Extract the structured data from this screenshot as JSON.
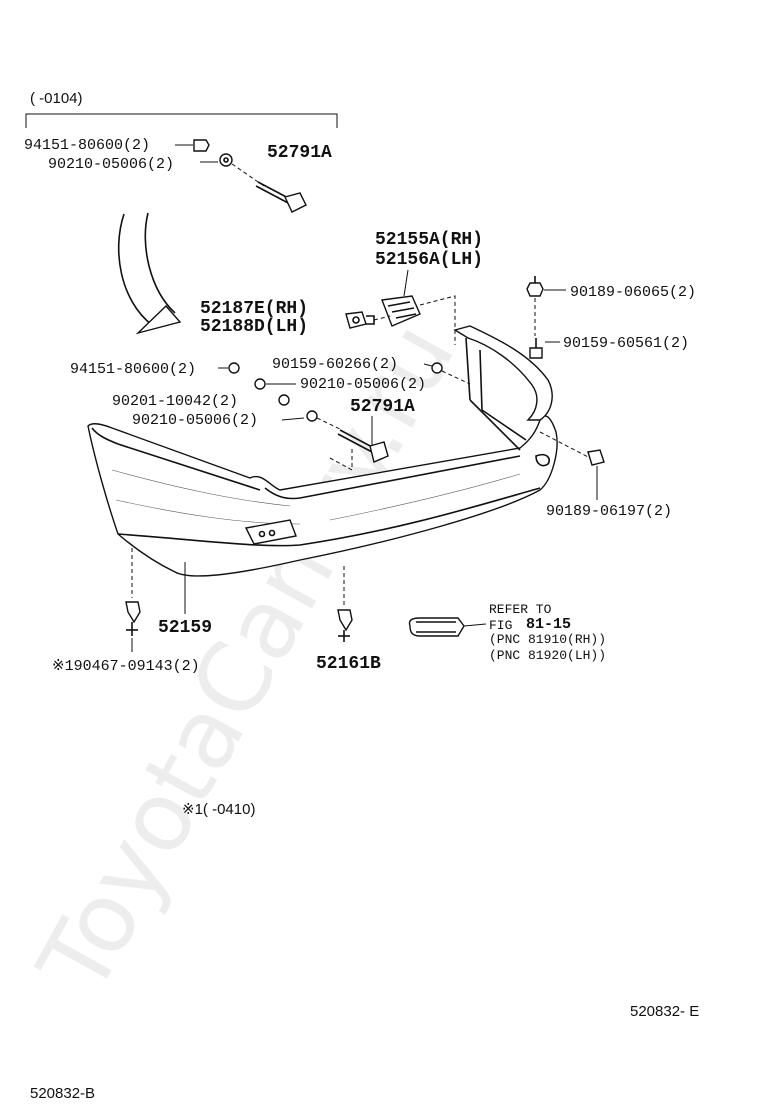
{
  "watermark": "ToyotaCamry.ru",
  "bracket_header": "(       -0104)",
  "labels": {
    "p94151_top": "94151-80600(2)",
    "p90210_top": "90210-05006(2)",
    "p52791A_top": "52791A",
    "p52155A": "52155A(RH)",
    "p52156A": "52156A(LH)",
    "p52187E": "52187E(RH)",
    "p52188D": "52188D(LH)",
    "p90189_06065": "90189-06065(2)",
    "p90159_60561": "90159-60561(2)",
    "p94151_mid": "94151-80600(2)",
    "p90159_60266": "90159-60266(2)",
    "p90210_mid": "90210-05006(2)",
    "p90201": "90201-10042(2)",
    "p90210_low": "90210-05006(2)",
    "p52791A_mid": "52791A",
    "p90189_06197": "90189-06197(2)",
    "p52159": "52159",
    "p52161B": "52161B",
    "p190467": "※190467-09143(2)",
    "refer_line1": "REFER TO",
    "refer_line2_prefix": "FIG",
    "refer_line2_num": "81-15",
    "pnc_rh": "(PNC 81910(RH))",
    "pnc_lh": "(PNC 81920(LH))"
  },
  "footnote": "※1(       -0410)",
  "code_right": "520832- E",
  "code_left": "520832-B"
}
